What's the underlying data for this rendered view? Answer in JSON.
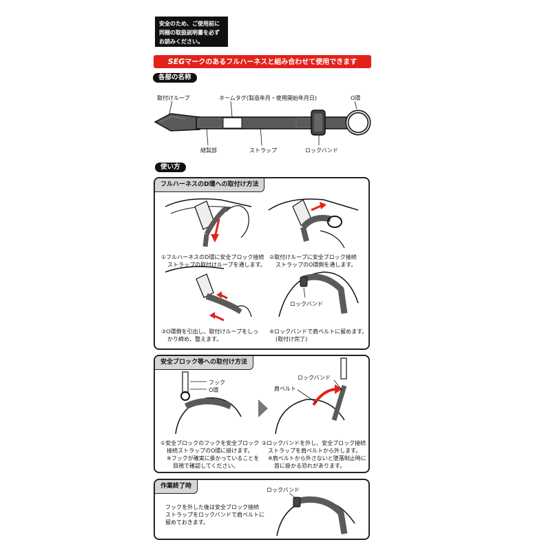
{
  "warning": {
    "lines": [
      "安全のため、ご使用前に",
      "同梱の取扱説明書を必ず",
      "お読みください。"
    ]
  },
  "banner": {
    "brand": "SEG",
    "text": "マークのあるフルハーネスと組み合わせて使用できます"
  },
  "parts": {
    "title": "各部の名称",
    "labels": {
      "loop": "取付けループ",
      "nametag": "ネームタグ(製造年月・使用開始年月日)",
      "oring": "O環",
      "sewn": "縫製部",
      "strap": "ストラップ",
      "lockband": "ロックバンド"
    }
  },
  "usage": {
    "title": "使い方"
  },
  "section1": {
    "title": "フルハーネスのD環への取付け方法",
    "steps": [
      [
        "①フルハーネスのD環に安全ブロック接続",
        "ストラップの取付けループを通します。"
      ],
      [
        "②取付けループに安全ブロック接続",
        "ストラップのO環側を通します。"
      ],
      [
        "③O環側を引出し、取付けループをしっ",
        "かり締め、整えます。"
      ],
      [
        "④ロックバンドで肩ベルトに留めます。",
        "(取付け完了)"
      ]
    ],
    "callout_lockband": "ロックバンド"
  },
  "section2": {
    "title": "安全ブロック等への取付け方法",
    "callouts": {
      "hook": "フック",
      "oring": "O環",
      "lockband": "ロックバンド",
      "shoulder": "肩ベルト"
    },
    "steps": [
      [
        "①安全ブロックのフックを安全ブロック",
        "接続ストラップのO環に掛けます。",
        "※フックが確実に掛かっていることを",
        "目視で確認してください。"
      ],
      [
        "②ロックバンドを外し、安全ブロック接続",
        "ストラップを肩ベルトから外します。",
        "※肩ベルトから外さないと墜落制止時に",
        "首に掛かる恐れがあります。"
      ]
    ]
  },
  "section3": {
    "title": "作業終了時",
    "lines": [
      "フックを外した後は安全ブロック接続",
      "ストラップをロックバンドで肩ベルトに",
      "留めておきます。"
    ],
    "callout_lockband": "ロックバンド"
  },
  "colors": {
    "red": "#e3221c",
    "strap": "#5a5a5a",
    "panel_title": "#d6d6d6"
  }
}
